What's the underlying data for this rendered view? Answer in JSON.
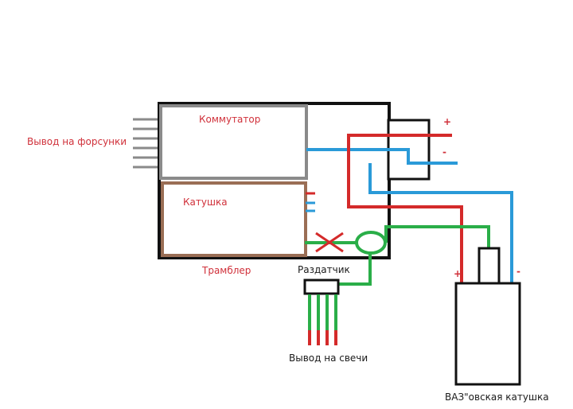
{
  "labels": {
    "injector_output": "Вывод на форсунки",
    "commutator": "Коммутатор",
    "coil": "Катушка",
    "distributor": "Трамблер",
    "splitter": "Раздатчик",
    "plug_output": "Вывод на свечи",
    "vaz_coil": "ВАЗ\"овская катушка",
    "plus_top": "+",
    "minus_top": "-",
    "plus_coil": "+",
    "minus_coil": "-"
  },
  "colors": {
    "wire_red": "#d42a2a",
    "wire_blue": "#2a9ad8",
    "wire_green": "#2aae48",
    "frame_black": "#111111",
    "commutator_gray": "#8a8a8a",
    "coil_brown": "#9a6e55",
    "label_red": "#d0303a"
  }
}
